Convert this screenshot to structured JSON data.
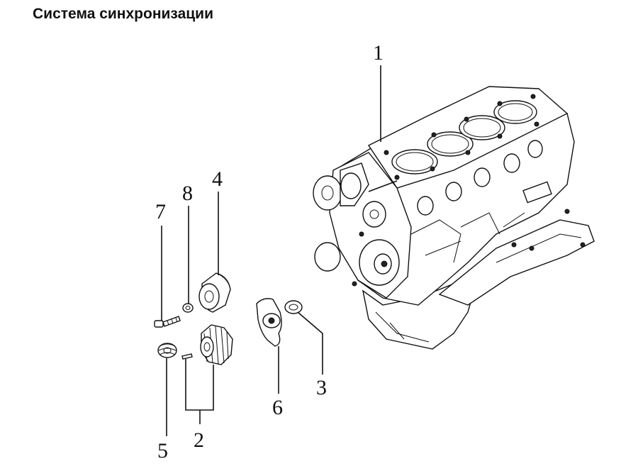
{
  "page": {
    "title": "Система синхронизации"
  },
  "callouts": {
    "c1": "1",
    "c2": "2",
    "c3": "3",
    "c4": "4",
    "c5": "5",
    "c6": "6",
    "c7": "7",
    "c8": "8"
  }
}
